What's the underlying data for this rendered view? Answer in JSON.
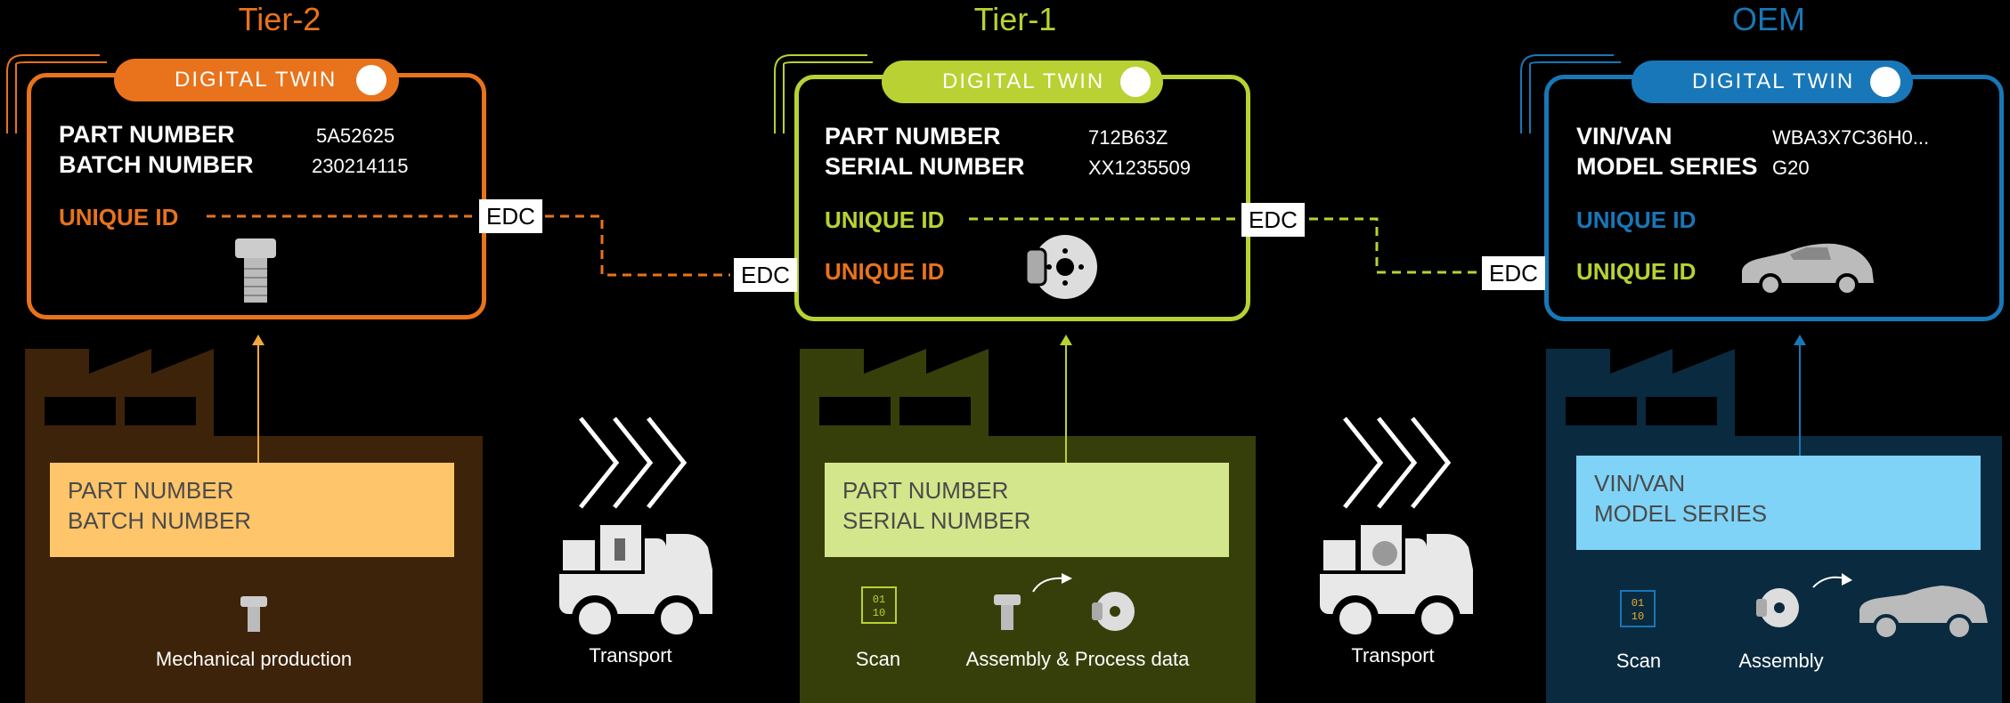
{
  "colors": {
    "tier2": "#e8731c",
    "tier1": "#b9d133",
    "oem": "#1877b8",
    "tier2_factory": "#3d2309",
    "tier1_factory": "#363f0a",
    "oem_factory": "#0a2a3f",
    "tier2_label_bg": "#ffc56a",
    "tier1_label_bg": "#d4e68b",
    "oem_label_bg": "#7fd3f7"
  },
  "tiers": [
    {
      "title": "Tier-2",
      "tab": "DIGITAL TWIN",
      "fields": [
        {
          "label": "PART NUMBER",
          "value": "5A52625"
        },
        {
          "label": "BATCH NUMBER",
          "value": "230214115"
        }
      ],
      "unique_ids": [
        "UNIQUE ID"
      ],
      "factory_label": [
        "PART NUMBER",
        "BATCH NUMBER"
      ],
      "captions": [
        "Mechanical production"
      ],
      "icons": [
        "bolt-icon"
      ]
    },
    {
      "title": "Tier-1",
      "tab": "DIGITAL TWIN",
      "fields": [
        {
          "label": "PART NUMBER",
          "value": "712B63Z"
        },
        {
          "label": "SERIAL NUMBER",
          "value": "XX1235509"
        }
      ],
      "unique_ids": [
        "UNIQUE ID",
        "UNIQUE ID"
      ],
      "factory_label": [
        "PART NUMBER",
        "SERIAL NUMBER"
      ],
      "captions": [
        "Scan",
        "Assembly & Process data"
      ],
      "icons": [
        "brake-disc-icon",
        "scan-icon",
        "bolt-icon"
      ]
    },
    {
      "title": "OEM",
      "tab": "DIGITAL TWIN",
      "fields": [
        {
          "label": "VIN/VAN",
          "value": "WBA3X7C36H0..."
        },
        {
          "label": "MODEL SERIES",
          "value": "G20"
        }
      ],
      "unique_ids": [
        "UNIQUE ID",
        "UNIQUE ID"
      ],
      "factory_label": [
        "VIN/VAN",
        "MODEL SERIES"
      ],
      "captions": [
        "Scan",
        "Assembly"
      ],
      "icons": [
        "car-icon",
        "scan-icon",
        "brake-disc-icon"
      ]
    }
  ],
  "edc": [
    "EDC",
    "EDC",
    "EDC",
    "EDC"
  ],
  "transport": [
    "Transport",
    "Transport"
  ]
}
